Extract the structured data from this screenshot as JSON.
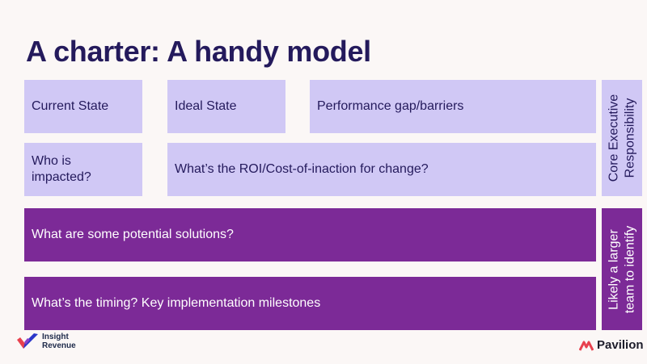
{
  "title": "A charter: A handy model",
  "boxes": {
    "current_state": "Current State",
    "ideal_state": "Ideal State",
    "performance_gap": "Performance gap/barriers",
    "who_impacted": "Who is impacted?",
    "roi": "What’s the ROI/Cost-of-inaction for change?",
    "solutions": "What are some potential solutions?",
    "timing": "What’s the timing? Key implementation milestones"
  },
  "side_labels": {
    "core_line1": "Core Executive",
    "core_line2": "Responsibility",
    "team_line1": "Likely a larger",
    "team_line2": "team to identify"
  },
  "logos": {
    "insight_line1": "Insight",
    "insight_line2": "Revenue",
    "pavilion": "Pavilion",
    "insight_icon": "insight-revenue-check-icon",
    "pavilion_icon": "pavilion-chevron-icon"
  },
  "colors": {
    "light_box": "#d0c8f5",
    "dark_box": "#7c2a97",
    "title": "#241a5c",
    "pavilion_accent": "#e8414e"
  }
}
